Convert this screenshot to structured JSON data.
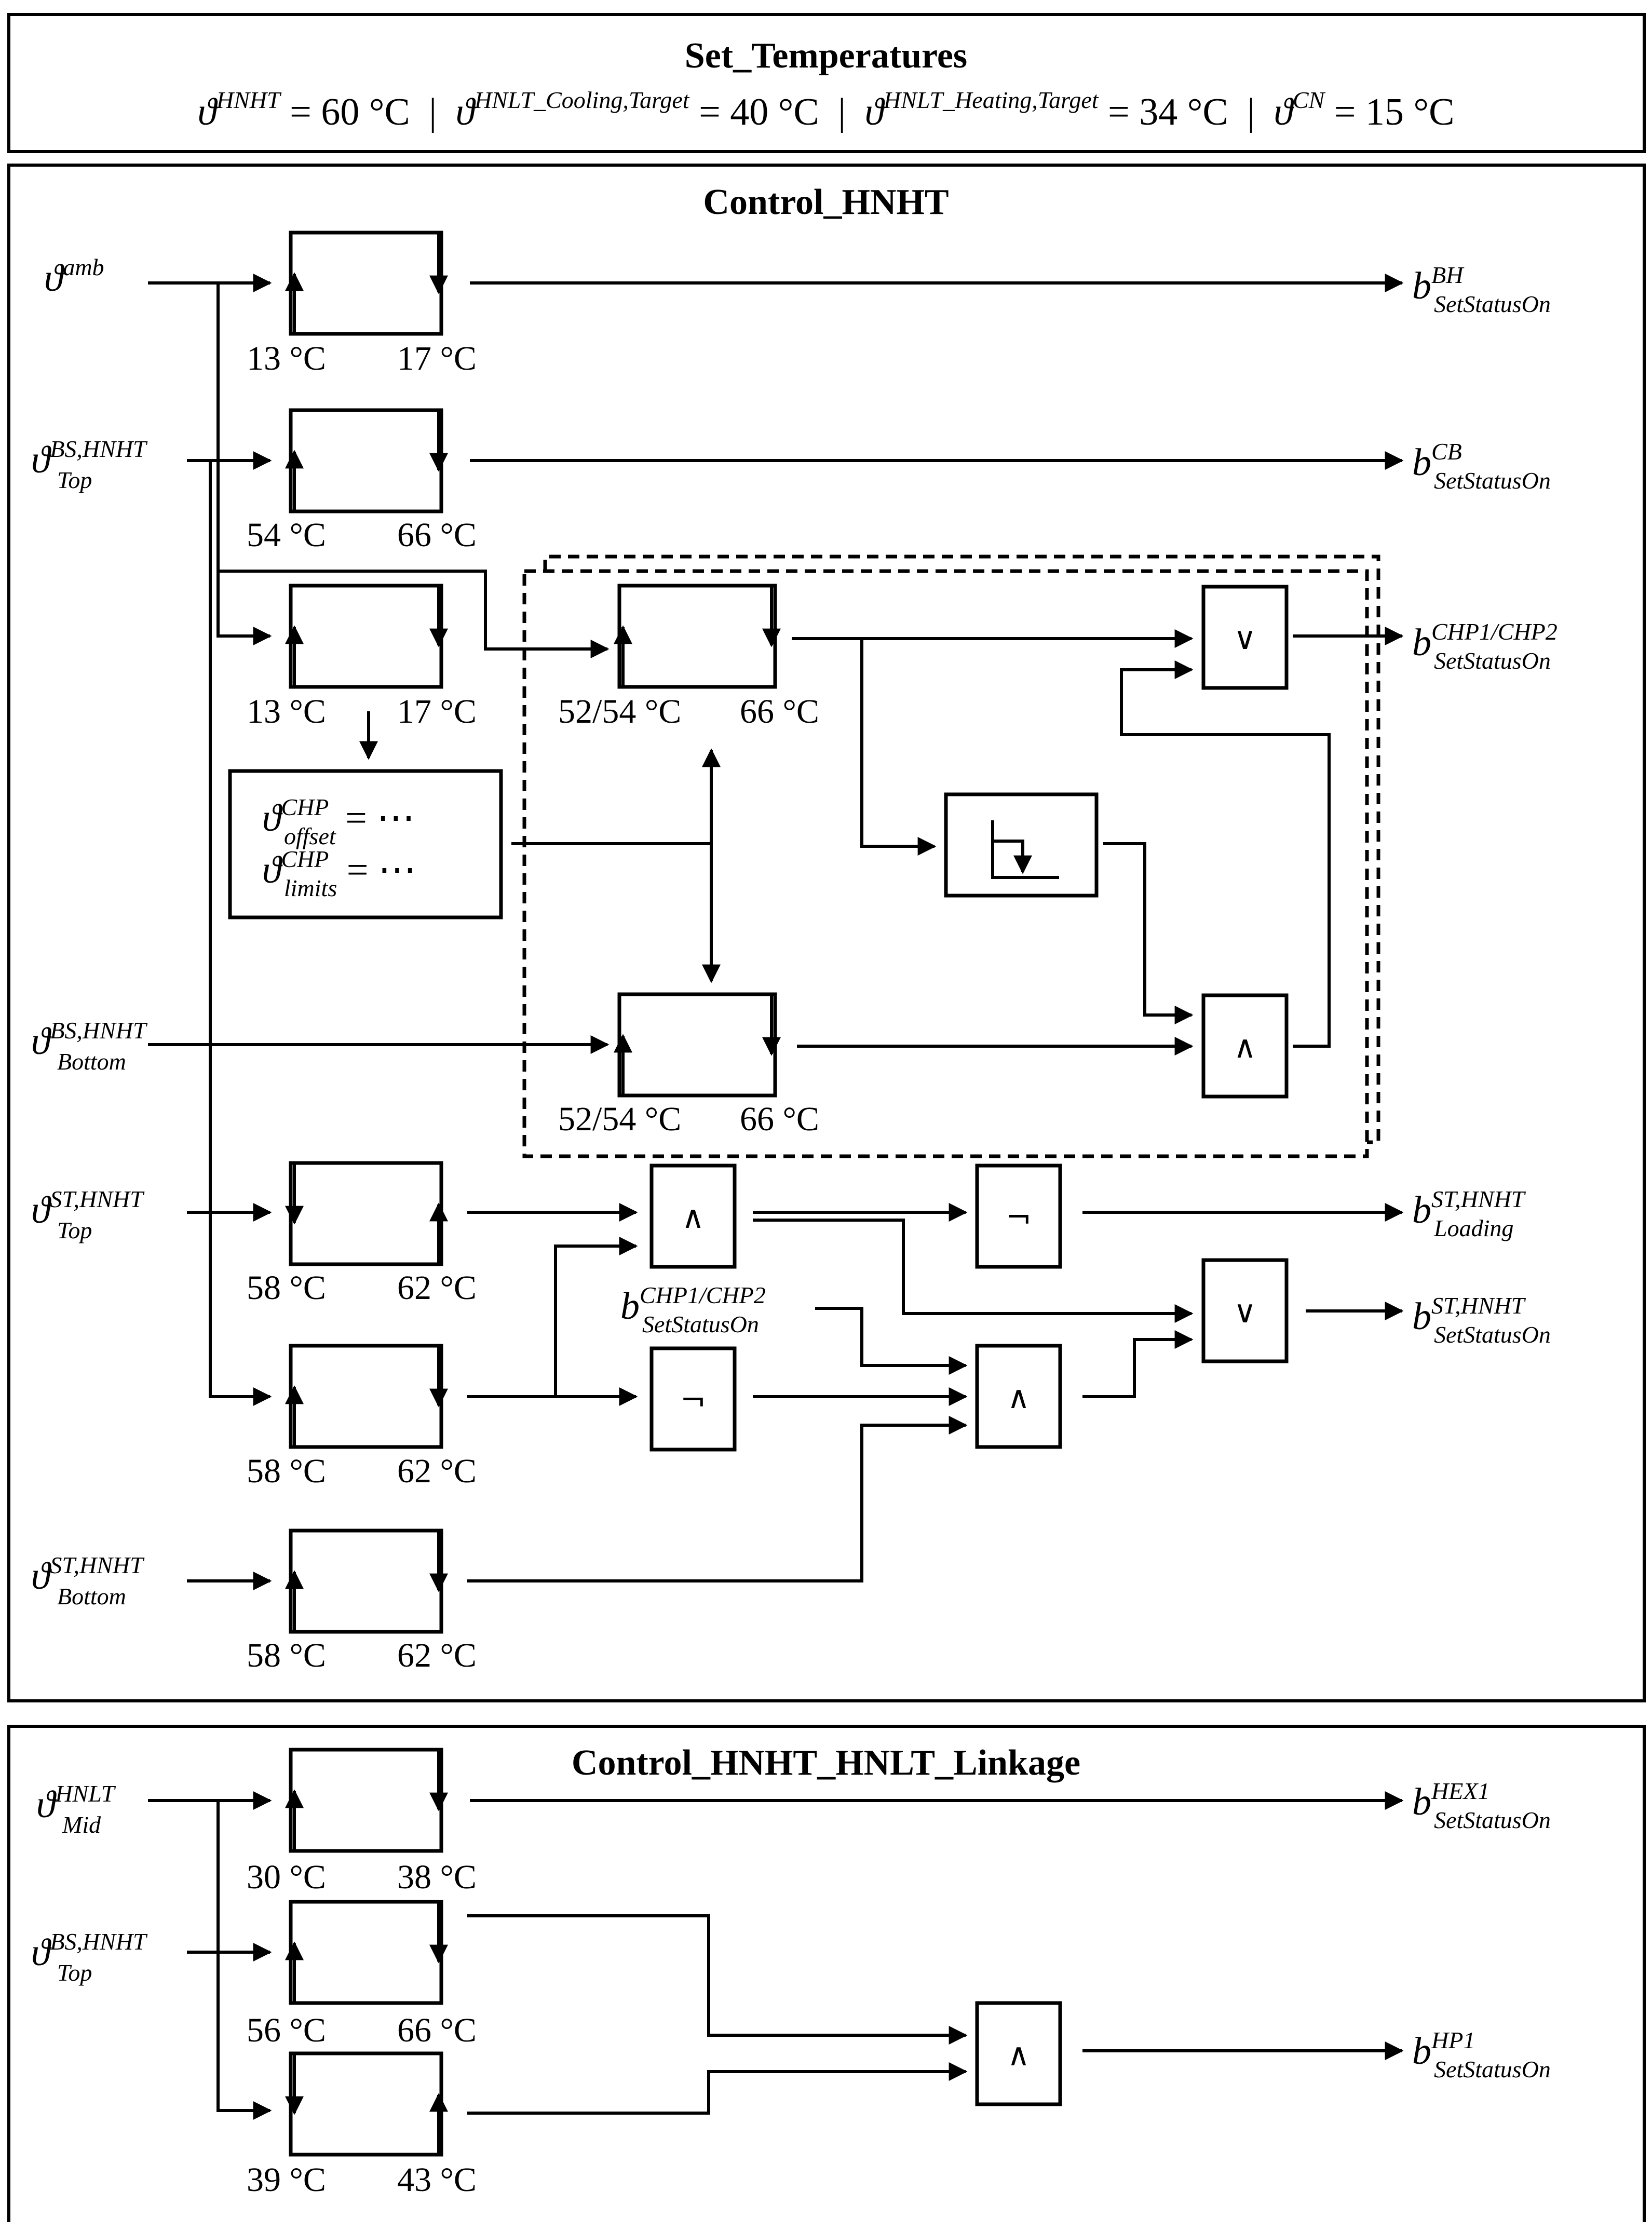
{
  "sections": {
    "set_temperatures": {
      "title": "Set_Temperatures",
      "items": [
        {
          "sym": "ϑ",
          "sup": "HNHT",
          "value": " = 60 °C"
        },
        {
          "sym": "ϑ",
          "sup": "HNLT_Cooling,Target",
          "value": " = 40 °C"
        },
        {
          "sym": "ϑ",
          "sup": "HNLT_Heating,Target",
          "value": " = 34 °C"
        },
        {
          "sym": "ϑ",
          "sup": "CN",
          "value": " = 15 °C"
        }
      ],
      "separator": "|"
    },
    "control_hnht": {
      "title": "Control_HNHT"
    },
    "control_linkage": {
      "title": "Control_HNHT_HNLT_Linkage"
    }
  },
  "inputs": {
    "amb": {
      "base": "ϑ",
      "sup": "amb",
      "sub": ""
    },
    "bs_top": {
      "base": "ϑ",
      "sup": "BS,HNHT",
      "sub": "Top"
    },
    "bs_bottom": {
      "base": "ϑ",
      "sup": "BS,HNHT",
      "sub": "Bottom"
    },
    "st_top": {
      "base": "ϑ",
      "sup": "ST,HNHT",
      "sub": "Top"
    },
    "st_bottom": {
      "base": "ϑ",
      "sup": "ST,HNHT",
      "sub": "Bottom"
    },
    "hnlt_mid": {
      "base": "ϑ",
      "sup": "HNLT",
      "sub": "Mid"
    },
    "bs_top_link": {
      "base": "ϑ",
      "sup": "BS,HNHT",
      "sub": "Top"
    }
  },
  "outputs": {
    "bh": {
      "base": "b",
      "sup": "BH",
      "sub": "SetStatusOn"
    },
    "cb": {
      "base": "b",
      "sup": "CB",
      "sub": "SetStatusOn"
    },
    "chp": {
      "base": "b",
      "sup": "CHP1/CHP2",
      "sub": "SetStatusOn"
    },
    "st_loading": {
      "base": "b",
      "sup": "ST,HNHT",
      "sub": "Loading"
    },
    "st_on": {
      "base": "b",
      "sup": "ST,HNHT",
      "sub": "SetStatusOn"
    },
    "hex1": {
      "base": "b",
      "sup": "HEX1",
      "sub": "SetStatusOn"
    },
    "hp1": {
      "base": "b",
      "sup": "HP1",
      "sub": "SetStatusOn"
    },
    "chp_inline": {
      "base": "b",
      "sup": "CHP1/CHP2",
      "sub": "SetStatusOn"
    }
  },
  "offset_box": {
    "line1": {
      "base": "ϑ",
      "sup": "CHP",
      "sub": "offset",
      "rest": " = ⋯"
    },
    "line2": {
      "base": "ϑ",
      "sup": "CHP",
      "sub": "limits",
      "rest": " = ⋯"
    }
  },
  "hysteresis": {
    "amb": {
      "low": "13 °C",
      "high": "17 °C"
    },
    "bs_cb": {
      "low": "54 °C",
      "high": "66 °C"
    },
    "amb2": {
      "low": "13 °C",
      "high": "17 °C"
    },
    "chp_top": {
      "low": "52/54 °C",
      "high": "66 °C"
    },
    "chp_bottom": {
      "low": "52/54 °C",
      "high": "66 °C"
    },
    "st_top": {
      "low": "58 °C",
      "high": "62 °C"
    },
    "st_mid": {
      "low": "58 °C",
      "high": "62 °C"
    },
    "st_bottom": {
      "low": "58 °C",
      "high": "62 °C"
    },
    "hex1": {
      "low": "30 °C",
      "high": "38 °C"
    },
    "hp1_a": {
      "low": "56 °C",
      "high": "66 °C"
    },
    "hp1_b": {
      "low": "39 °C",
      "high": "43 °C"
    }
  },
  "operators": {
    "or": "∨",
    "and": "∧",
    "not": "¬"
  }
}
